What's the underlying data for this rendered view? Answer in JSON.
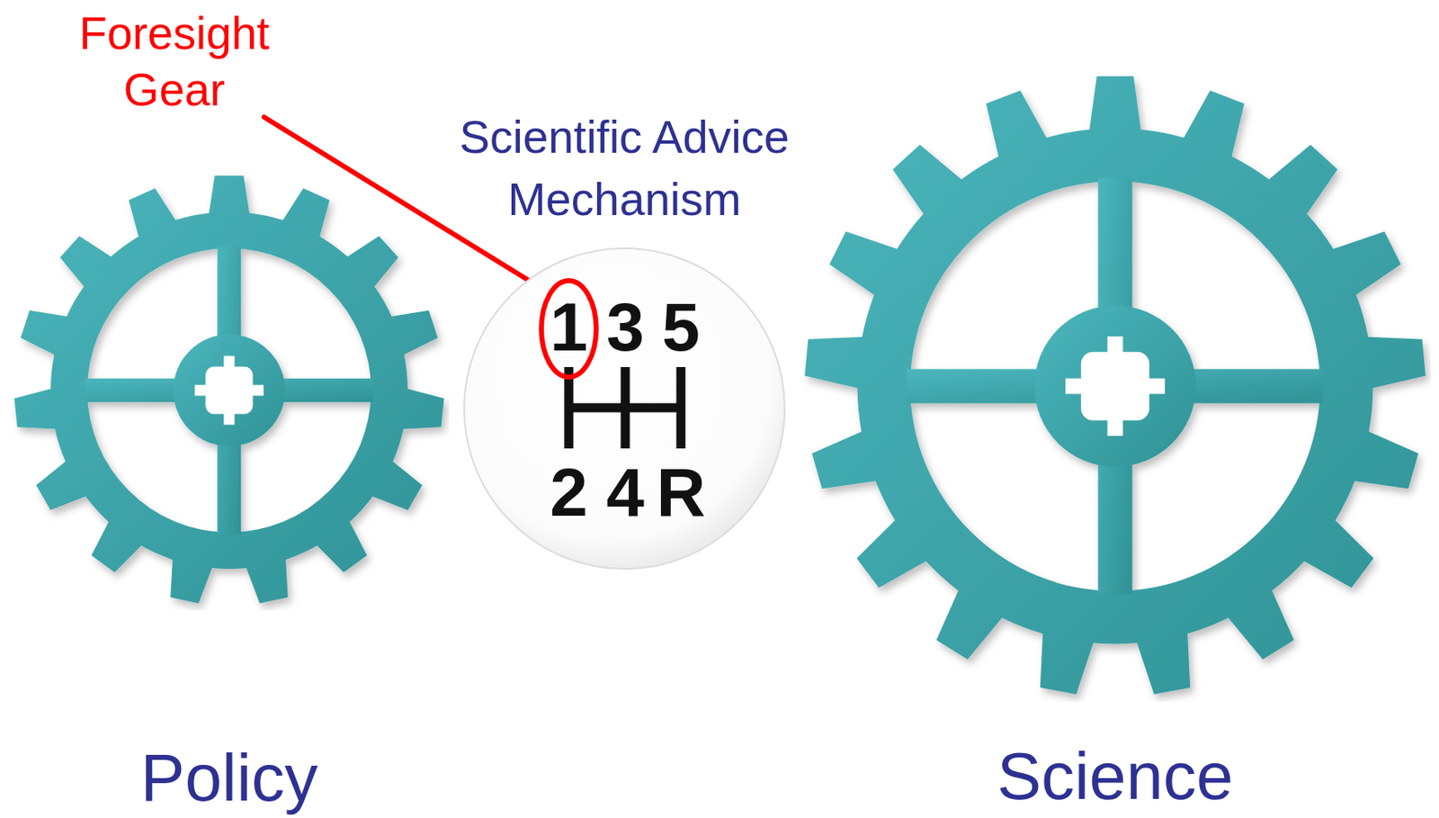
{
  "diagram": {
    "nodes": [
      {
        "text": [
          "Policy"
        ]
      },
      {
        "text": [
          "Scientific Advice Mechanism"
        ]
      },
      {
        "text": [
          "Science"
        ]
      }
    ],
    "labels": [
      "Foresight Gear",
      "1",
      "3",
      "5",
      "2",
      "4",
      "R"
    ]
  }
}
